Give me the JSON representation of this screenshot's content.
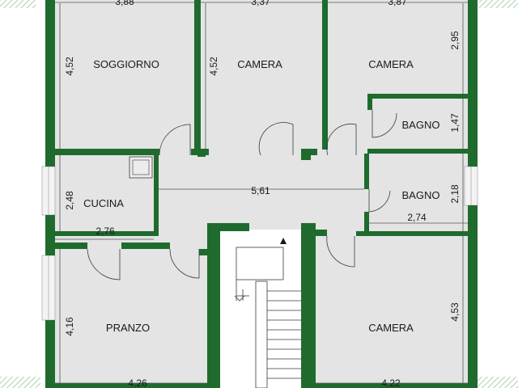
{
  "colors": {
    "wall": "#1f6b2e",
    "floor": "#e4e4e4",
    "stair_bg": "#ffffff",
    "window": "#f3f3f3",
    "outside_hatch": "#a8d3ab"
  },
  "rooms": {
    "soggiorno": "SOGGIORNO",
    "camera_1": "CAMERA",
    "camera_2": "CAMERA",
    "bagno_1": "BAGNO",
    "bagno_2": "BAGNO",
    "cucina": "CUCINA",
    "pranzo": "PRANZO",
    "camera_3": "CAMERA"
  },
  "dimensions": {
    "soggiorno_width": "3,88",
    "camera1_width": "3,37",
    "camera2_width": "3,87",
    "soggiorno_height": "4,52",
    "camera1_height": "4,52",
    "camera2_height": "2,95",
    "bagno1_height": "1,47",
    "corridor_width": "5,61",
    "cucina_height": "2,48",
    "cucina_width": "2,76",
    "bagno2_height": "2,18",
    "bagno2_width": "2,74",
    "pranzo_height": "4,16",
    "camera3_height": "4,53",
    "pranzo_width": "4,26",
    "camera3_width": "4,22"
  }
}
